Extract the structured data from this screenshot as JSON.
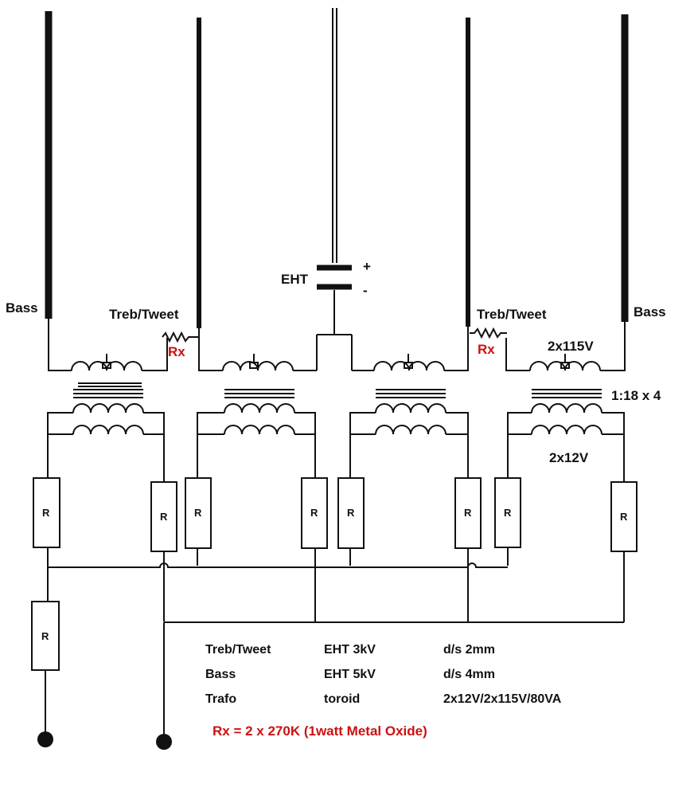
{
  "labels": {
    "bass_left": "Bass",
    "bass_right": "Bass",
    "treb_left": "Treb/Tweet",
    "treb_right": "Treb/Tweet",
    "rx_left": "Rx",
    "rx_right": "Rx",
    "eht": "EHT",
    "plus": "+",
    "minus": "-",
    "primary_voltage": "2x115V",
    "ratio": "1:18 x 4",
    "secondary_voltage": "2x12V",
    "resistor": "R"
  },
  "spec_table": [
    {
      "name": "Treb/Tweet",
      "eht": "EHT 3kV",
      "ds": "d/s 2mm"
    },
    {
      "name": "Bass",
      "eht": "EHT 5kV",
      "ds": "d/s 4mm"
    },
    {
      "name": "Trafo",
      "eht": "toroid",
      "ds": "2x12V/2x115V/80VA"
    }
  ],
  "note": "Rx = 2 x 270K (1watt Metal Oxide)",
  "colors": {
    "line": "#111111",
    "accent": "#cc1111"
  }
}
